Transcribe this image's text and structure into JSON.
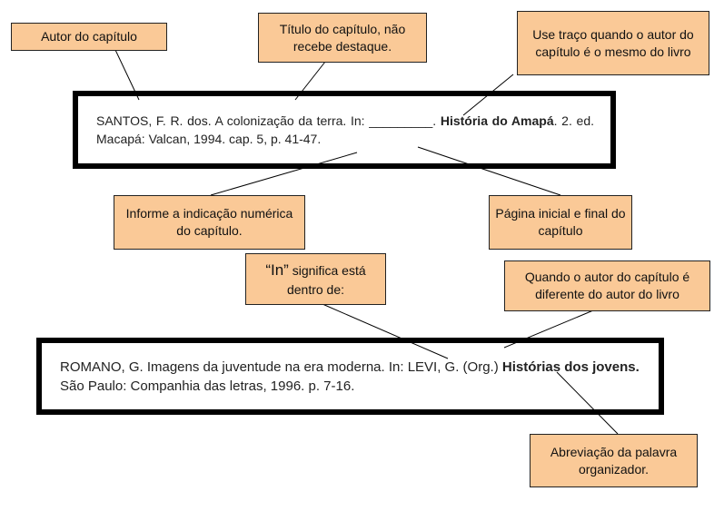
{
  "callouts": {
    "chapter_author": "Autor do capítulo",
    "chapter_title": "Título do capítulo, não recebe destaque.",
    "dash": "Use traço quando o autor do capítulo é o mesmo do livro",
    "chapter_number": "Informe a indicação numérica do capítulo.",
    "pages": "Página inicial e final do capítulo",
    "in_meaning_quote": "“In”",
    "in_meaning": " significa está dentro de:",
    "different_author": "Quando o autor do capítulo é diferente do autor do livro",
    "org": "Abreviação da palavra organizador."
  },
  "ref1": {
    "pre": "SANTOS, F. R. dos. A colonização da terra. In: _________.  ",
    "bold": "História do Amapá",
    "post": ". 2. ed. Macapá: Valcan, 1994. cap. 5, p. 41-47."
  },
  "ref2": {
    "pre": "ROMANO, G. Imagens da juventude na era moderna. In: LEVI, G. (Org.) ",
    "bold": "Histórias dos jovens.",
    "post": " São Paulo: Companhia das letras, 1996. p. 7-16."
  }
}
